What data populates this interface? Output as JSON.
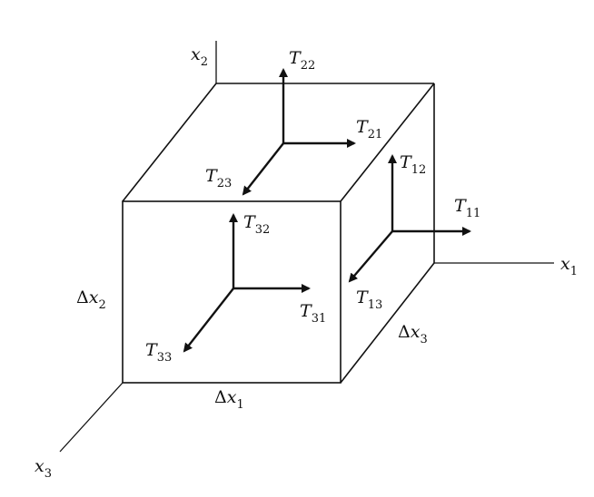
{
  "labels": {
    "axis_x1": {
      "sym": "x",
      "sub": "1"
    },
    "axis_x2": {
      "sym": "x",
      "sub": "2"
    },
    "axis_x3": {
      "sym": "x",
      "sub": "3"
    },
    "dx1": {
      "pre": "Δ",
      "sym": "x",
      "sub": "1"
    },
    "dx2": {
      "pre": "Δ",
      "sym": "x",
      "sub": "2"
    },
    "dx3": {
      "pre": "Δ",
      "sym": "x",
      "sub": "3"
    },
    "T11": {
      "sym": "T",
      "sub": "11"
    },
    "T12": {
      "sym": "T",
      "sub": "12"
    },
    "T13": {
      "sym": "T",
      "sub": "13"
    },
    "T21": {
      "sym": "T",
      "sub": "21"
    },
    "T22": {
      "sym": "T",
      "sub": "22"
    },
    "T23": {
      "sym": "T",
      "sub": "23"
    },
    "T31": {
      "sym": "T",
      "sub": "31"
    },
    "T32": {
      "sym": "T",
      "sub": "32"
    },
    "T33": {
      "sym": "T",
      "sub": "33"
    }
  }
}
